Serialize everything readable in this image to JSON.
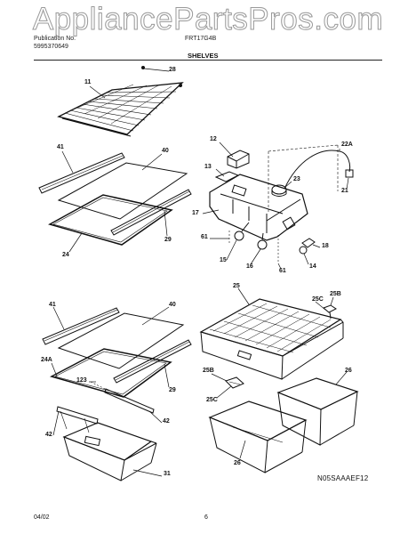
{
  "watermark": "AppliancePartsPros.com",
  "header": {
    "publication_label": "Publication No.",
    "publication_number": "5995370649",
    "model": "FRT17G4B",
    "section": "SHELVES"
  },
  "callouts": {
    "c28": "28",
    "c11": "11",
    "c41a": "41",
    "c40a": "40",
    "c29a": "29",
    "c24": "24",
    "c12": "12",
    "c13": "13",
    "c17": "17",
    "c61a": "61",
    "c15": "15",
    "c16": "16",
    "c61b": "61",
    "c14": "14",
    "c18": "18",
    "c21": "21",
    "c22a": "22A",
    "c23": "23",
    "c41b": "41",
    "c40b": "40",
    "c24a": "24A",
    "c123": "123",
    "c29b": "29",
    "c42a": "42",
    "c42b": "42",
    "c31": "31",
    "c25": "25",
    "c25b1": "25B",
    "c25c1": "25C",
    "c25b2": "25B",
    "c25c2": "25C",
    "c26a": "26",
    "c26b": "26"
  },
  "footer": {
    "date": "04/02",
    "page": "6",
    "diagram_code": "N05SAAAEF12"
  }
}
